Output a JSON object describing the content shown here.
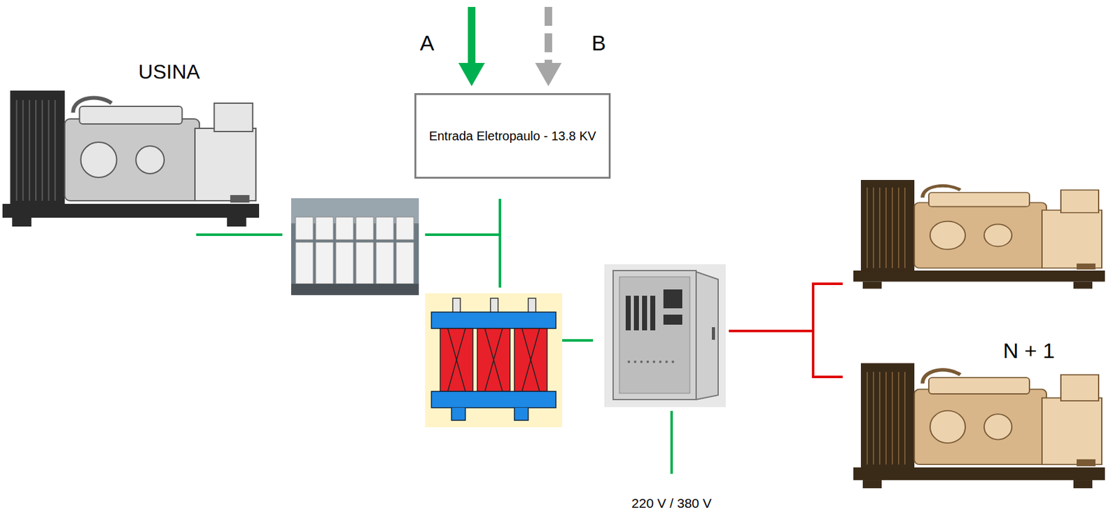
{
  "diagram": {
    "nodes": [
      {
        "text": [
          "Entrada Eletropaulo - 13.8 KV"
        ]
      }
    ],
    "labels": [
      "USINA",
      "A",
      "B",
      "N + 1",
      "220 V / 380 V"
    ]
  }
}
